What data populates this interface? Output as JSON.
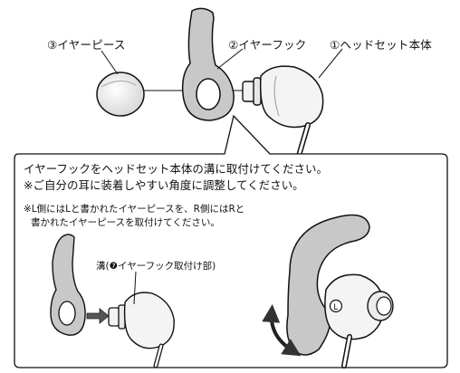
{
  "labels": {
    "earpiece": "③イヤーピース",
    "earhook": "②イヤーフック",
    "headset": "①ヘッドセット本体"
  },
  "instructions": {
    "line1": "イヤーフックをヘッドセット本体の溝に取付けてください。",
    "line2": "※ご自分の耳に装着しやすい角度に調整してください。",
    "note1": "※L側にはLと書かれたイヤーピースを、R側にはRと",
    "note2": "書かれたイヤーピースを取付けてください。"
  },
  "groove": {
    "label": "溝(❼イヤーフック取付け部)"
  },
  "side_mark": "L",
  "colors": {
    "outline": "#111111",
    "gray_fill": "#c8c8c8",
    "light_gray": "#e6e6e6",
    "white": "#ffffff"
  }
}
